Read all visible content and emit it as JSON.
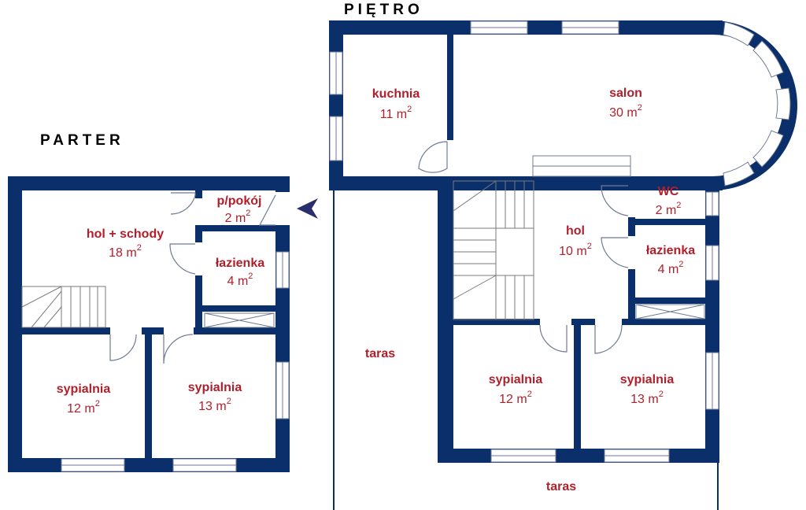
{
  "floors": {
    "parter": {
      "title": "PARTER",
      "rooms": [
        {
          "name": "hol + schody",
          "area": "18 m",
          "sup": "2"
        },
        {
          "name": "p/pokój",
          "area": "2 m",
          "sup": "2"
        },
        {
          "name": "łazienka",
          "area": "4 m",
          "sup": "2"
        },
        {
          "name": "sypialnia",
          "area": "12 m",
          "sup": "2"
        },
        {
          "name": "sypialnia",
          "area": "13 m",
          "sup": "2"
        }
      ]
    },
    "pietro": {
      "title": "PIĘTRO",
      "rooms": [
        {
          "name": "kuchnia",
          "area": "11 m",
          "sup": "2"
        },
        {
          "name": "salon",
          "area": "30 m",
          "sup": "2"
        },
        {
          "name": "WC",
          "area": "2 m",
          "sup": "2"
        },
        {
          "name": "hol",
          "area": "10 m",
          "sup": "2"
        },
        {
          "name": "łazienka",
          "area": "4 m",
          "sup": "2"
        },
        {
          "name": "sypialnia",
          "area": "12 m",
          "sup": "2"
        },
        {
          "name": "sypialnia",
          "area": "13 m",
          "sup": "2"
        },
        {
          "name": "taras",
          "area": "",
          "sup": ""
        },
        {
          "name": "taras",
          "area": "",
          "sup": ""
        }
      ]
    }
  },
  "colors": {
    "wall": "#0b2f6b",
    "label": "#b01f2a",
    "entrance_arrow": "#2a2d6e"
  },
  "icons": {
    "entrance": "arrow-left-icon"
  }
}
